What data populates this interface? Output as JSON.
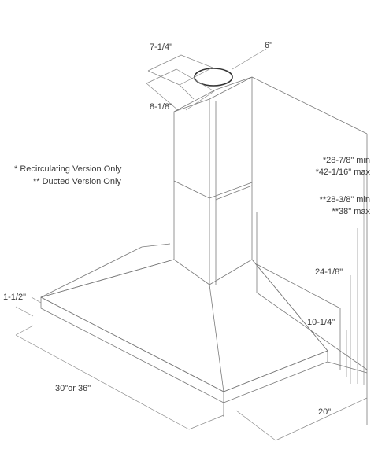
{
  "notes": {
    "recirculating": "* Recirculating Version Only",
    "ducted": "** Ducted Version Only"
  },
  "dimensions": {
    "chimney_width": "7-1/4\"",
    "duct_diameter": "6\"",
    "chimney_depth": "8-1/8\"",
    "recirc_min": "*28-7/8\" min",
    "recirc_max": "*42-1/16\" max",
    "ducted_min": "**28-3/8\" min",
    "ducted_max": "**38\" max",
    "hood_height": "24-1/8\"",
    "canopy_height": "10-1/4\"",
    "base_edge": "1-1/2\"",
    "hood_width": "30\"or 36\"",
    "hood_depth": "20\""
  },
  "colors": {
    "line": "#7a7a7a",
    "text": "#3a3a3a"
  }
}
